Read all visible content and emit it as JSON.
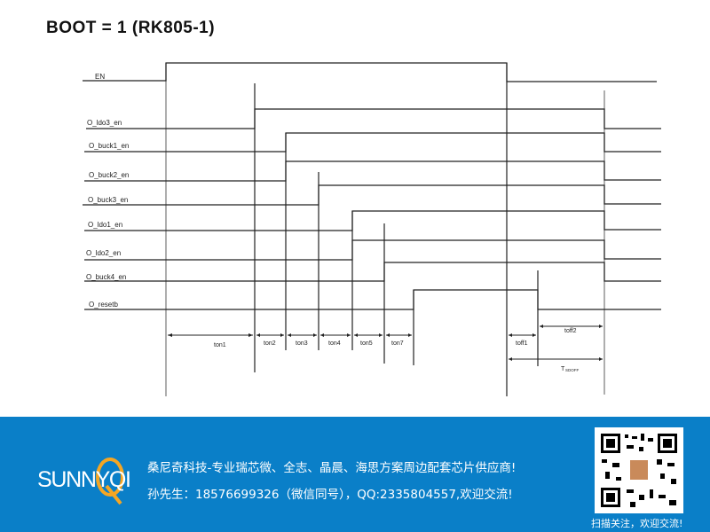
{
  "title": "BOOT = 1 (RK805-1)",
  "signals": [
    "EN",
    "O_ldo3_en",
    "O_buck1_en",
    "O_buck2_en",
    "O_buck3_en",
    "O_ldo1_en",
    "O_ldo2_en",
    "O_buck4_en",
    "O_resetb"
  ],
  "intervals": {
    "ton1": "ton1",
    "ton2": "ton2",
    "ton3": "ton3",
    "ton4": "ton4",
    "ton5": "ton5",
    "ton7": "ton7",
    "toff1": "toff1",
    "toff2": "toff2",
    "tsdoff": "T",
    "tsdoff_sub": "SDOFF"
  },
  "footer": {
    "logo": "SUNNYQI",
    "line1": "桑尼奇科技-专业瑞芯微、全志、晶晨、海思方案周边配套芯片供应商!",
    "line2": "孙先生：18576699326（微信同号），QQ:2335804557,欢迎交流!",
    "qr_caption": "扫描关注，欢迎交流!",
    "background_color": "#0a7fc8",
    "logo_accent": "#f5a623"
  }
}
